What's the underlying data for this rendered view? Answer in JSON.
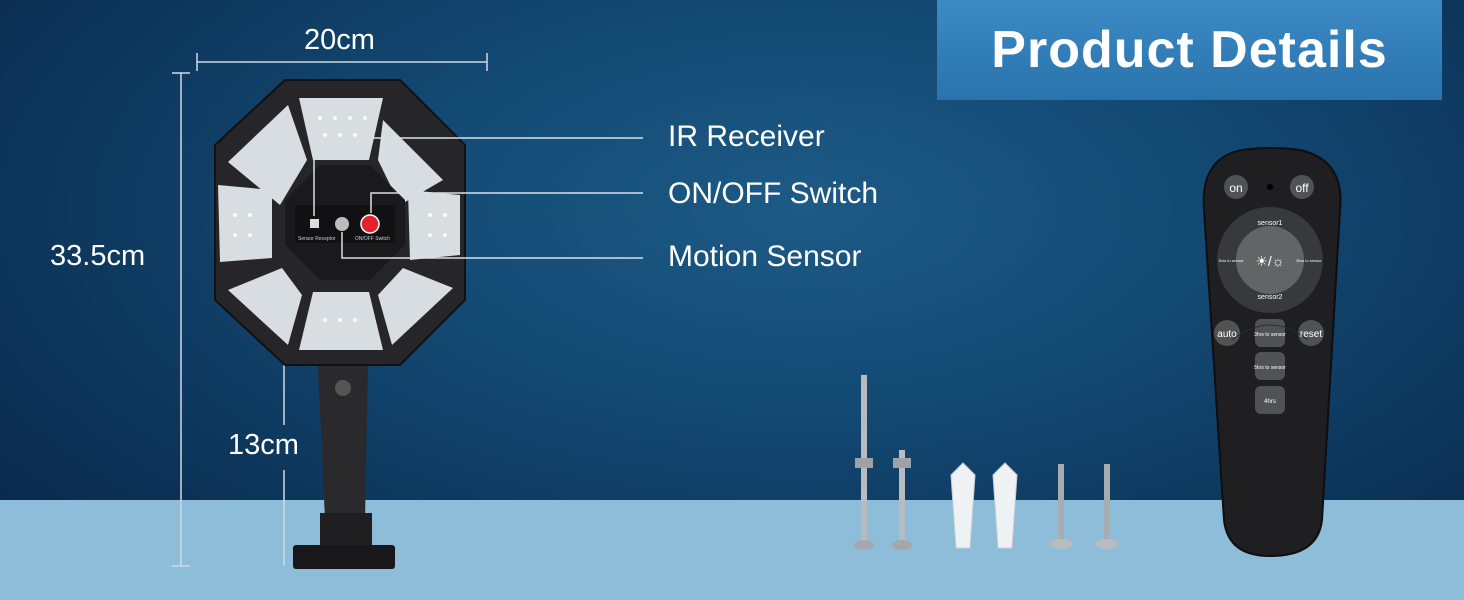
{
  "title": "Product Details",
  "dimensions": {
    "width": "20cm",
    "height": "33.5cm",
    "bracket": "13cm"
  },
  "callouts": {
    "ir": "IR Receiver",
    "switch": "ON/OFF Switch",
    "motion": "Motion Sensor"
  },
  "lamp_panel": {
    "sensor_label": "Sensor Receptor",
    "switch_label": "ON/OFF Switch"
  },
  "remote": {
    "on": "on",
    "off": "off",
    "sensor1": "sensor1",
    "sensor2": "sensor2",
    "center": "☀/☼",
    "left_small": "3hrs to sensor",
    "right_small": "5hrs to sensor",
    "auto": "auto",
    "reset": "reset",
    "btn_3hrs": "3hrs to sensor",
    "btn_5hrs": "5hrs to sensor",
    "btn_4hrs": "4hrs"
  }
}
